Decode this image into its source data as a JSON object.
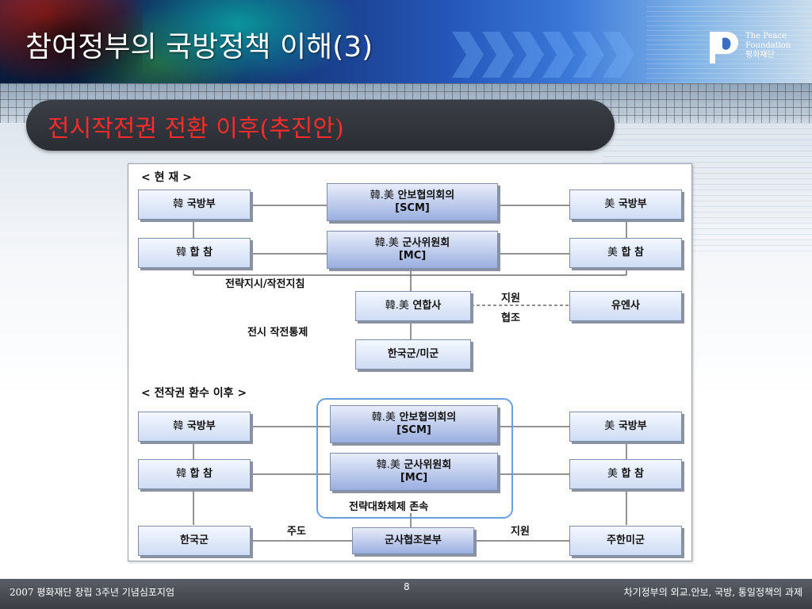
{
  "slide": {
    "title": "참여정부의 국방정책 이해(3)",
    "subtitle": "전시작전권 전환 이후(추진안)"
  },
  "logo": {
    "letter": "P",
    "line1": "The Peace",
    "line2": "Foundation",
    "line3": "평화재단"
  },
  "diagram": {
    "current": {
      "header": "< 현   재 >",
      "kor_mnd": {
        "prefix": "韓",
        "label": "국방부"
      },
      "kor_jcs": {
        "prefix": "韓",
        "label": "합  참"
      },
      "scm": {
        "prefix": "韓.美",
        "label": "안보협의회의",
        "sub": "[SCM]"
      },
      "mc": {
        "prefix": "韓.美",
        "label": "군사위원회",
        "sub": "[MC]"
      },
      "us_mnd": {
        "prefix": "美",
        "label": "국방부"
      },
      "us_jcs": {
        "prefix": "美",
        "label": "합  참"
      },
      "cfc": {
        "prefix": "韓.美",
        "label": "연합사"
      },
      "unc": {
        "label": "유엔사"
      },
      "forces": {
        "label": "한국군/미군"
      },
      "edge_strategic": "전략지시/작전지침",
      "edge_wartime": "전시 작전통제",
      "edge_support": "지원",
      "edge_coop": "협조"
    },
    "after": {
      "header": "< 전작권 환수 이후 >",
      "kor_mnd": {
        "prefix": "韓",
        "label": "국방부"
      },
      "kor_jcs": {
        "prefix": "韓",
        "label": "합  참"
      },
      "scm": {
        "prefix": "韓.美",
        "label": "안보협의회의",
        "sub": "[SCM]"
      },
      "mc": {
        "prefix": "韓.美",
        "label": "군사위원회",
        "sub": "[MC]"
      },
      "us_mnd": {
        "prefix": "美",
        "label": "국방부"
      },
      "us_jcs": {
        "prefix": "美",
        "label": "합  참"
      },
      "dialogue": "전략대화체제 존속",
      "kor_army": {
        "label": "한국군"
      },
      "mcc": {
        "label": "군사협조본부"
      },
      "usfk": {
        "label": "주한미군"
      },
      "edge_lead": "주도",
      "edge_support": "지원"
    }
  },
  "footer": {
    "left": "2007 평화재단 창립 3주년 기념심포지엄",
    "page": "8",
    "right": "차기정부의 외교.안보, 국방, 통일정책의 과제"
  }
}
